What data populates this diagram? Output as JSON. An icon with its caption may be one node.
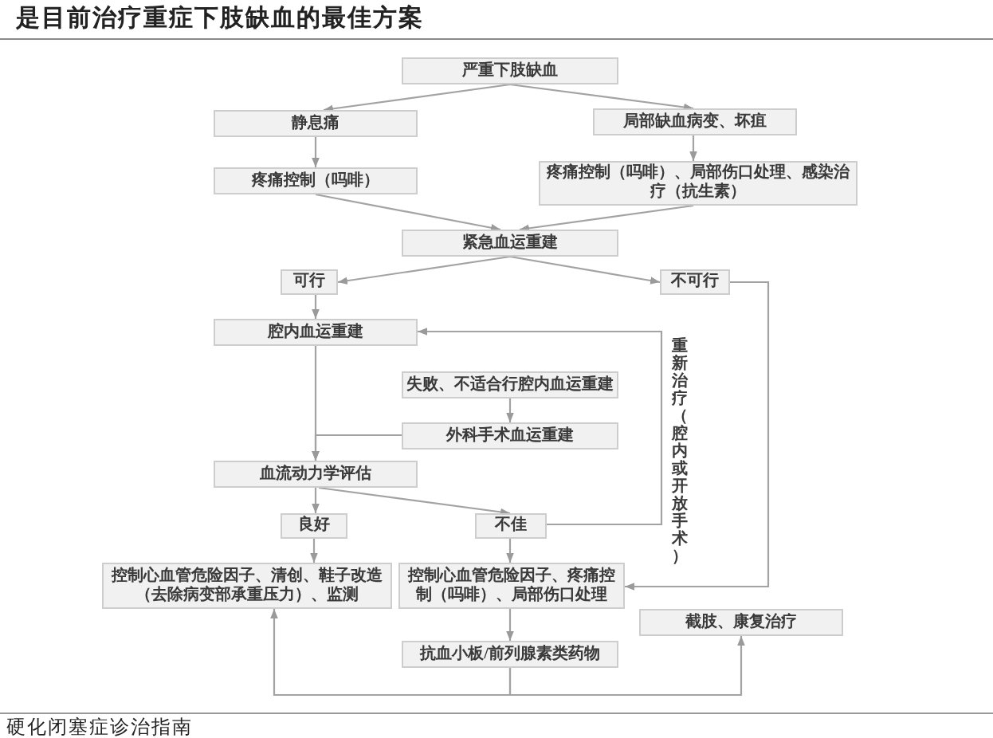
{
  "diagram": {
    "title": "是目前治疗重症下肢缺血的最佳方案",
    "caption": "硬化闭塞症诊治指南",
    "nodes": [
      {
        "text": [
          "严重下肢缺血"
        ]
      },
      {
        "text": [
          "静息痛"
        ]
      },
      {
        "text": [
          "局部缺血病变、坏疽"
        ]
      },
      {
        "text": [
          "疼痛控制（吗啡）"
        ]
      },
      {
        "text": [
          "疼痛控制（吗啡）、局部伤口处理、感染治疗（抗生素）"
        ]
      },
      {
        "text": [
          "紧急血运重建"
        ]
      },
      {
        "text": [
          "可行"
        ]
      },
      {
        "text": [
          "不可行"
        ]
      },
      {
        "text": [
          "腔内血运重建"
        ]
      },
      {
        "text": [
          "失败、不适合行腔内血运重建"
        ]
      },
      {
        "text": [
          "外科手术血运重建"
        ]
      },
      {
        "text": [
          "血流动力学评估"
        ]
      },
      {
        "text": [
          "良好"
        ]
      },
      {
        "text": [
          "不佳"
        ]
      },
      {
        "text": [
          "控制心血管危险因子、清创、鞋子改造（去除病变部承重压力）、监测"
        ]
      },
      {
        "text": [
          "控制心血管危险因子、疼痛控制（吗啡）、局部伤口处理"
        ]
      },
      {
        "text": [
          "截肢、康复治疗"
        ]
      },
      {
        "text": [
          "抗血小板/前列腺素类药物"
        ]
      }
    ],
    "edges": [
      {
        "from": 0,
        "to": 1,
        "arrow": "to"
      },
      {
        "from": 0,
        "to": 2,
        "arrow": "to"
      },
      {
        "from": 1,
        "to": 3,
        "arrow": "to"
      },
      {
        "from": 2,
        "to": 4,
        "arrow": "to"
      },
      {
        "from": 3,
        "to": 5,
        "arrow": "to"
      },
      {
        "from": 4,
        "to": 5,
        "arrow": "to"
      },
      {
        "from": 5,
        "to": 6,
        "arrow": "to"
      },
      {
        "from": 5,
        "to": 7,
        "arrow": "to"
      },
      {
        "from": 6,
        "to": 8,
        "arrow": "to"
      },
      {
        "from": 8,
        "to": 11,
        "arrow": "to"
      },
      {
        "from": 9,
        "to": 10,
        "arrow": "to"
      },
      {
        "from": 10,
        "to": 11,
        "arrow": "to"
      },
      {
        "from": 11,
        "to": 12,
        "arrow": "to"
      },
      {
        "from": 11,
        "to": 13,
        "arrow": "to"
      },
      {
        "from": 12,
        "to": 14,
        "arrow": "to"
      },
      {
        "from": 13,
        "to": 15,
        "arrow": "to"
      },
      {
        "from": 13,
        "to": 8,
        "arrow": "to",
        "label": "重新治疗（腔内或开放手术）"
      },
      {
        "from": 7,
        "to": 15,
        "arrow": "to"
      },
      {
        "from": 15,
        "to": 17,
        "arrow": "to"
      },
      {
        "from": 17,
        "to": 14,
        "arrow": "to"
      },
      {
        "from": 17,
        "to": 16,
        "arrow": "to"
      }
    ]
  }
}
